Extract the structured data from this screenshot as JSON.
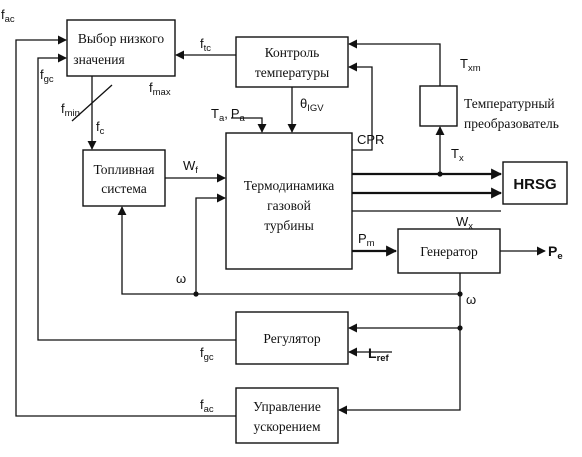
{
  "blocks": {
    "low_select": [
      "Выбор низкого",
      "значения"
    ],
    "temp_control": [
      "Контроль",
      "температуры"
    ],
    "temp_sensor": [
      "Температурный",
      "преобразователь"
    ],
    "fuel_system": [
      "Топливная",
      "система"
    ],
    "turbine": [
      "Термодинамика",
      "газовой",
      "турбины"
    ],
    "hrsg": "HRSG",
    "generator": "Генератор",
    "regulator": "Регулятор",
    "accel_control": [
      "Управление",
      "ускорением"
    ]
  },
  "signals": {
    "f_ac": {
      "base": "f",
      "sub": "ac"
    },
    "f_gc": {
      "base": "f",
      "sub": "gc"
    },
    "f_tc": {
      "base": "f",
      "sub": "tc"
    },
    "f_min": {
      "base": "f",
      "sub": "min"
    },
    "f_max": {
      "base": "f",
      "sub": "max"
    },
    "f_c": {
      "base": "f",
      "sub": "c"
    },
    "T_xm": {
      "base": "T",
      "sub": "xm"
    },
    "T_x": {
      "base": "T",
      "sub": "x"
    },
    "theta_IGV": {
      "base": "θ",
      "sub": "IGV"
    },
    "Ta": {
      "base": "T",
      "sub": "a"
    },
    "Pa": {
      "base": "P",
      "sub": "a"
    },
    "W_f": {
      "base": "W",
      "sub": "f"
    },
    "W_x": {
      "base": "W",
      "sub": "x"
    },
    "P_m": {
      "base": "P",
      "sub": "m"
    },
    "P_e": {
      "base": "P",
      "sub": "e"
    },
    "L_ref": {
      "base": "L",
      "sub": "ref"
    },
    "f_gc2": {
      "base": "f",
      "sub": "gc"
    },
    "f_ac2": {
      "base": "f",
      "sub": "ac"
    },
    "CPR": "CPR",
    "omega": "ω"
  },
  "comma": ","
}
